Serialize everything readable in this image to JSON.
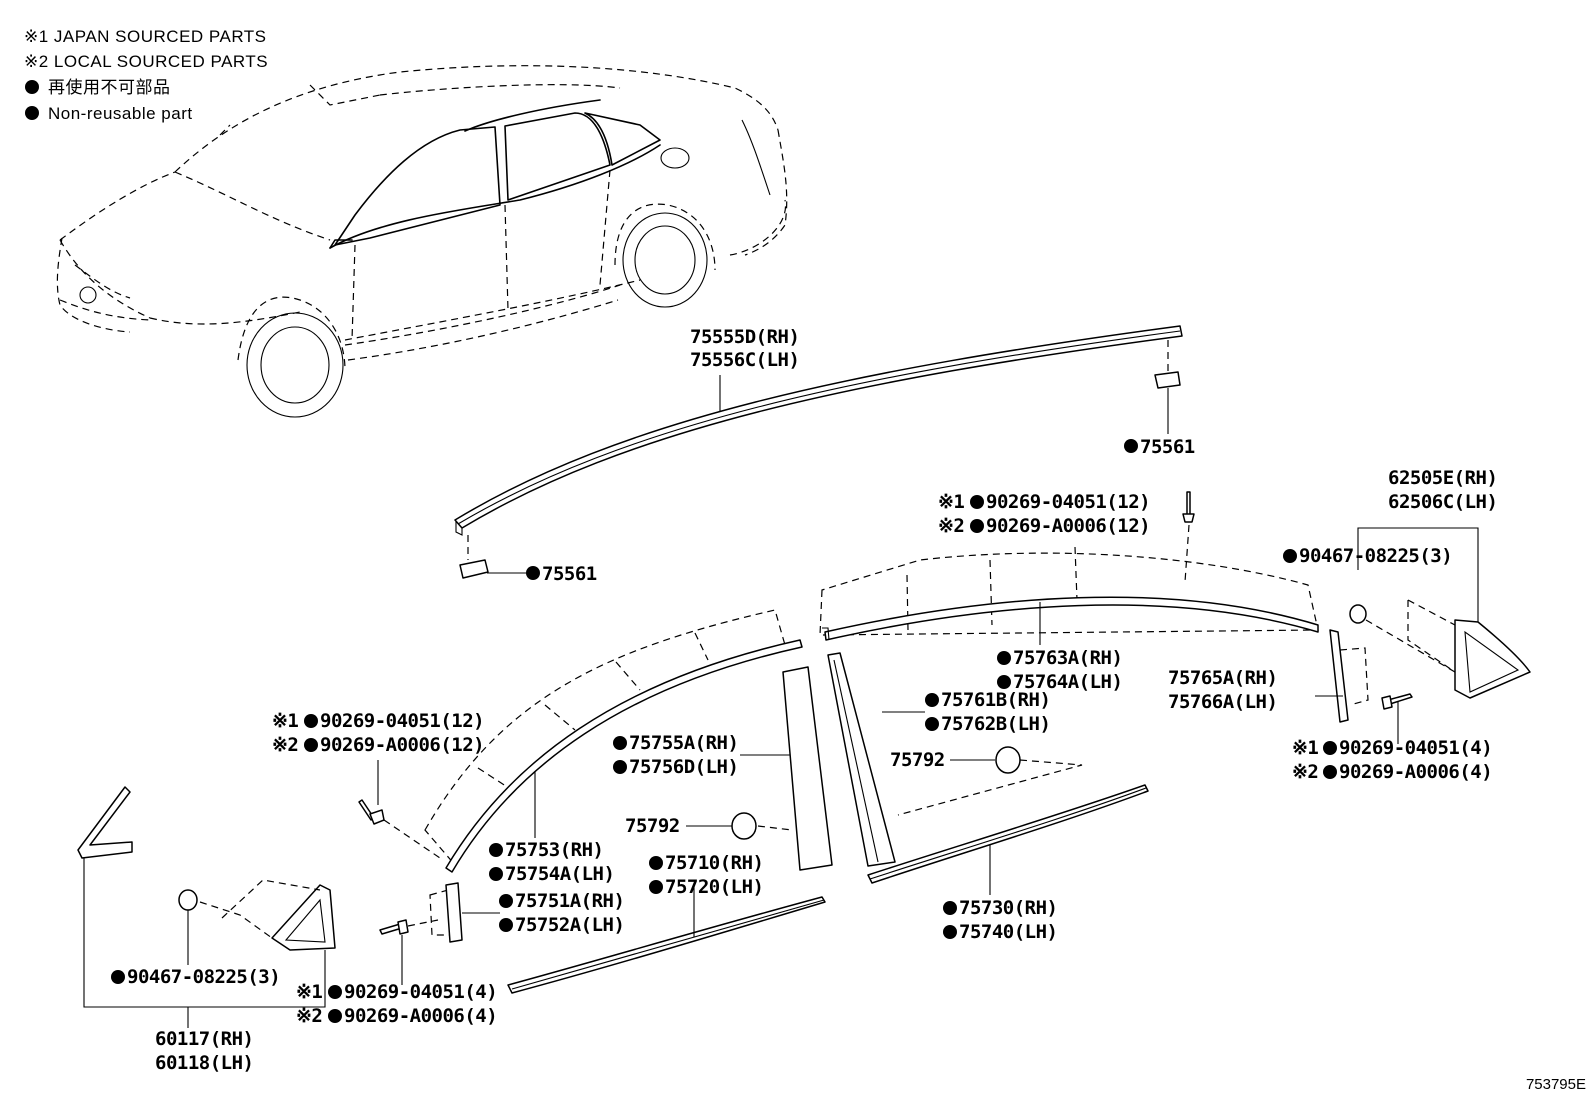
{
  "legend": {
    "line1": "※1 JAPAN SOURCED PARTS",
    "line2": "※2 LOCAL SOURCED PARTS",
    "line3": "再使用不可部品",
    "line4": "Non-reusable part"
  },
  "labels": {
    "p75555d": "75555D(RH)",
    "p75556c": "75556C(LH)",
    "p75561_right": "75561",
    "p75561_left": "75561",
    "clip_top_1": "※1",
    "clip_top_1_no": "90269-04051(12)",
    "clip_top_2": "※2",
    "clip_top_2_no": "90269-A0006(12)",
    "p62505e": "62505E(RH)",
    "p62506c": "62506C(LH)",
    "nut_right": "90467-08225(3)",
    "p75763a": "75763A(RH)",
    "p75764a": "75764A(LH)",
    "p75765a": "75765A(RH)",
    "p75766a": "75766A(LH)",
    "p75761b": "75761B(RH)",
    "p75762b": "75762B(LH)",
    "p75792_upper": "75792",
    "clip_rb_1": "※1",
    "clip_rb_1_no": "90269-04051(4)",
    "clip_rb_2": "※2",
    "clip_rb_2_no": "90269-A0006(4)",
    "p75755a": "75755A(RH)",
    "p75756d": "75756D(LH)",
    "clip_lm_1": "※1",
    "clip_lm_1_no": "90269-04051(12)",
    "clip_lm_2": "※2",
    "clip_lm_2_no": "90269-A0006(12)",
    "p75792_lower": "75792",
    "p75753": "75753(RH)",
    "p75754a": "75754A(LH)",
    "p75710": "75710(RH)",
    "p75720": "75720(LH)",
    "p75751a": "75751A(RH)",
    "p75752a": "75752A(LH)",
    "p75730": "75730(RH)",
    "p75740": "75740(LH)",
    "nut_left": "90467-08225(3)",
    "clip_lb_1": "※1",
    "clip_lb_1_no": "90269-04051(4)",
    "clip_lb_2": "※2",
    "clip_lb_2_no": "90269-A0006(4)",
    "p60117": "60117(RH)",
    "p60118": "60118(LH)"
  },
  "diagram_code": "753795E"
}
